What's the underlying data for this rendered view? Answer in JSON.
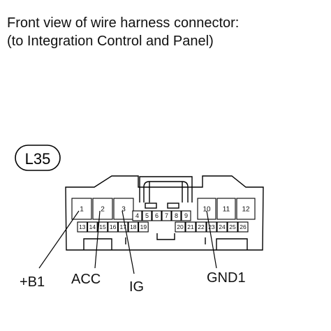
{
  "title": {
    "line1": "Front view of wire harness connector:",
    "line2": "(to Integration Control and Panel)"
  },
  "connector": {
    "id": "L35",
    "pins_row1": [
      "1",
      "2",
      "3",
      "4",
      "5",
      "6",
      "7",
      "8",
      "9",
      "10",
      "11",
      "12"
    ],
    "pins_row2": [
      "13",
      "14",
      "15",
      "16",
      "17",
      "18",
      "19",
      "20",
      "21",
      "22",
      "23",
      "24",
      "25",
      "26"
    ]
  },
  "callouts": {
    "b1": "+B1",
    "acc": "ACC",
    "ig": "IG",
    "gnd1": "GND1"
  }
}
